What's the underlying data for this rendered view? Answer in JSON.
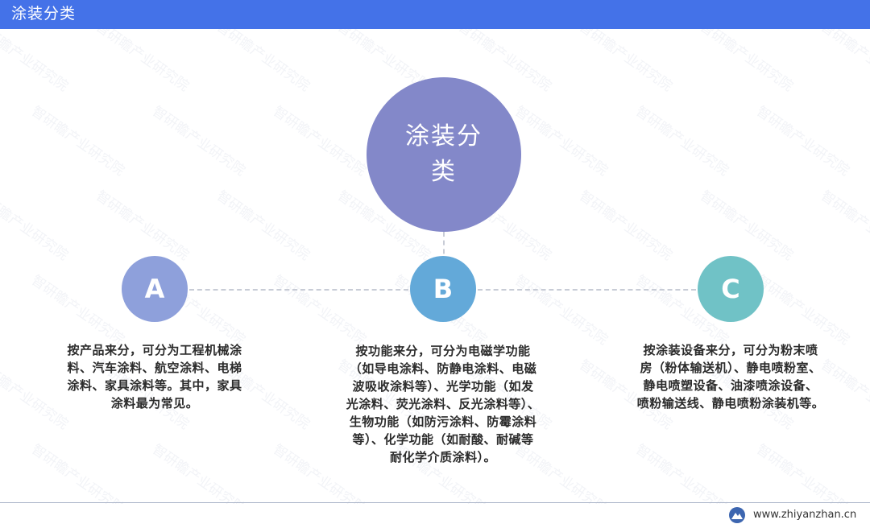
{
  "header": {
    "title": "涂装分类",
    "background_color": "#4472e8"
  },
  "center": {
    "label": "涂装分类",
    "color": "#8388c9"
  },
  "categories": [
    {
      "letter": "A",
      "color": "#8ea0db",
      "lines": [
        "按产品来分，可分为工程机械涂",
        "料、汽车涂料、航空涂料、电梯",
        "涂料、家具涂料等。其中，家具",
        "涂料最为常见。"
      ]
    },
    {
      "letter": "B",
      "color": "#63a9d9",
      "lines": [
        "按功能来分，可分为电磁学功能",
        "（如导电涂料、防静电涂料、电磁",
        "波吸收涂料等）、光学功能（如发",
        "光涂料、荧光涂料、反光涂料等）、",
        "生物功能（如防污涂料、防霉涂料",
        "等）、化学功能（如耐酸、耐碱等",
        "耐化学介质涂料）。"
      ]
    },
    {
      "letter": "C",
      "color": "#70c2c6",
      "lines": [
        "按涂装设备来分，可分为粉末喷",
        "房（粉体输送机）、静电喷粉室、",
        "静电喷塑设备、油漆喷涂设备、",
        "喷粉输送线、静电喷粉涂装机等。"
      ]
    }
  ],
  "footer": {
    "url": "www.zhiyanzhan.cn",
    "logo_icon": "mountain-logo-icon"
  },
  "watermark": {
    "text": "智研瞻产业研究院"
  }
}
